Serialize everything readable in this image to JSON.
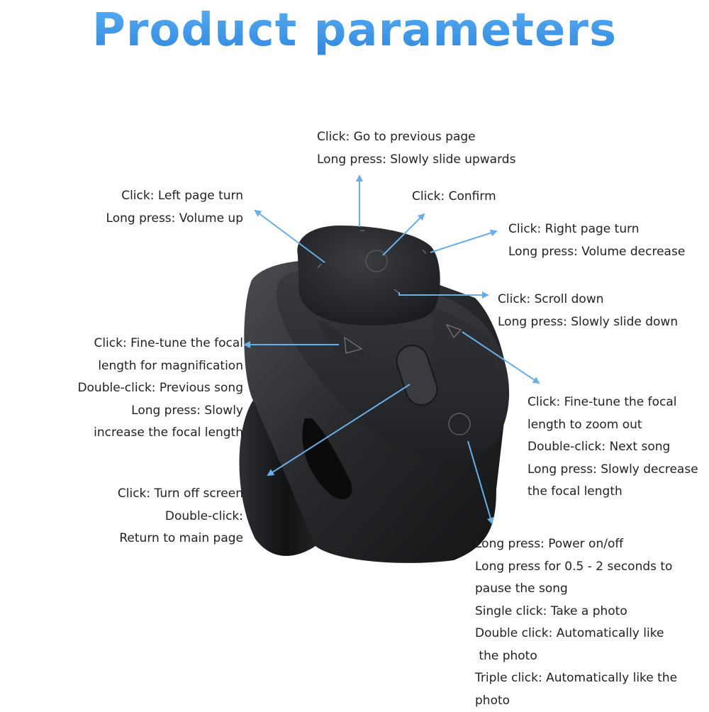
{
  "title": "Product parameters",
  "colors": {
    "accent": "#3b96e8",
    "arrow": "#6aaee6",
    "device": "#2a2b2e"
  },
  "annotations": {
    "top": [
      "Click: Go to previous page",
      "Long press: Slowly slide upwards"
    ],
    "left_turn": [
      "Click: Left page turn",
      "Long press: Volume up"
    ],
    "confirm": [
      "Click: Confirm"
    ],
    "right_turn": [
      "Click: Right page turn",
      "Long press: Volume decrease"
    ],
    "scroll_down": [
      "Click: Scroll down",
      "Long press: Slowly slide down"
    ],
    "focal_in": [
      "Click: Fine-tune the focal",
      "length for magnification",
      "Double-click: Previous song",
      "Long press: Slowly",
      "increase the focal length"
    ],
    "focal_out": [
      "Click: Fine-tune the focal",
      "length to zoom out",
      "Double-click: Next song",
      "Long press: Slowly decrease",
      "the focal length"
    ],
    "screen": [
      "Click: Turn off screen",
      "Double-click:",
      "Return to main page"
    ],
    "power": [
      "Long press: Power on/off",
      "Long press for 0.5 - 2 seconds to",
      "pause the song",
      "Single click: Take a photo",
      "Double click: Automatically like",
      " the photo",
      "Triple click: Automatically like the",
      "photo"
    ]
  }
}
